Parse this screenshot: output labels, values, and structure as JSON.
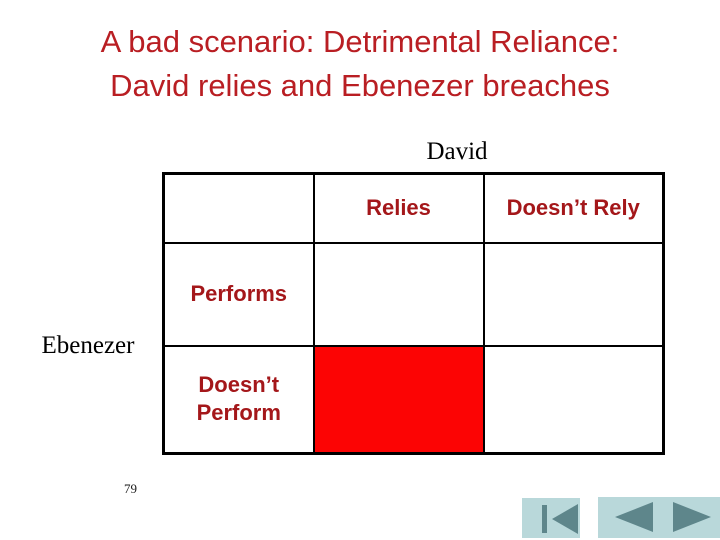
{
  "slide": {
    "title_line1": "A bad scenario: Detrimental Reliance:",
    "title_line2": "David relies and Ebenezer breaches",
    "page_number": "79"
  },
  "matrix": {
    "column_axis_label": "David",
    "row_axis_label": "Ebenezer",
    "column_headers": [
      "Relies",
      "Doesn’t Rely"
    ],
    "row_headers": [
      "Performs",
      "Doesn’t Perform"
    ],
    "highlighted_cell": {
      "row": "Doesn’t Perform",
      "column": "Relies"
    }
  },
  "nav": {
    "first_button": "go-to-first-slide",
    "prev_button": "previous-slide",
    "next_button": "next-slide"
  },
  "colors": {
    "background": "#ffffff",
    "title_red": "#b91e23",
    "label_red": "#a4171a",
    "cell_red": "#fc0404",
    "table_border": "#000000",
    "nav_panel_bg": "#b9d8da",
    "nav_icon": "#5e868b"
  }
}
